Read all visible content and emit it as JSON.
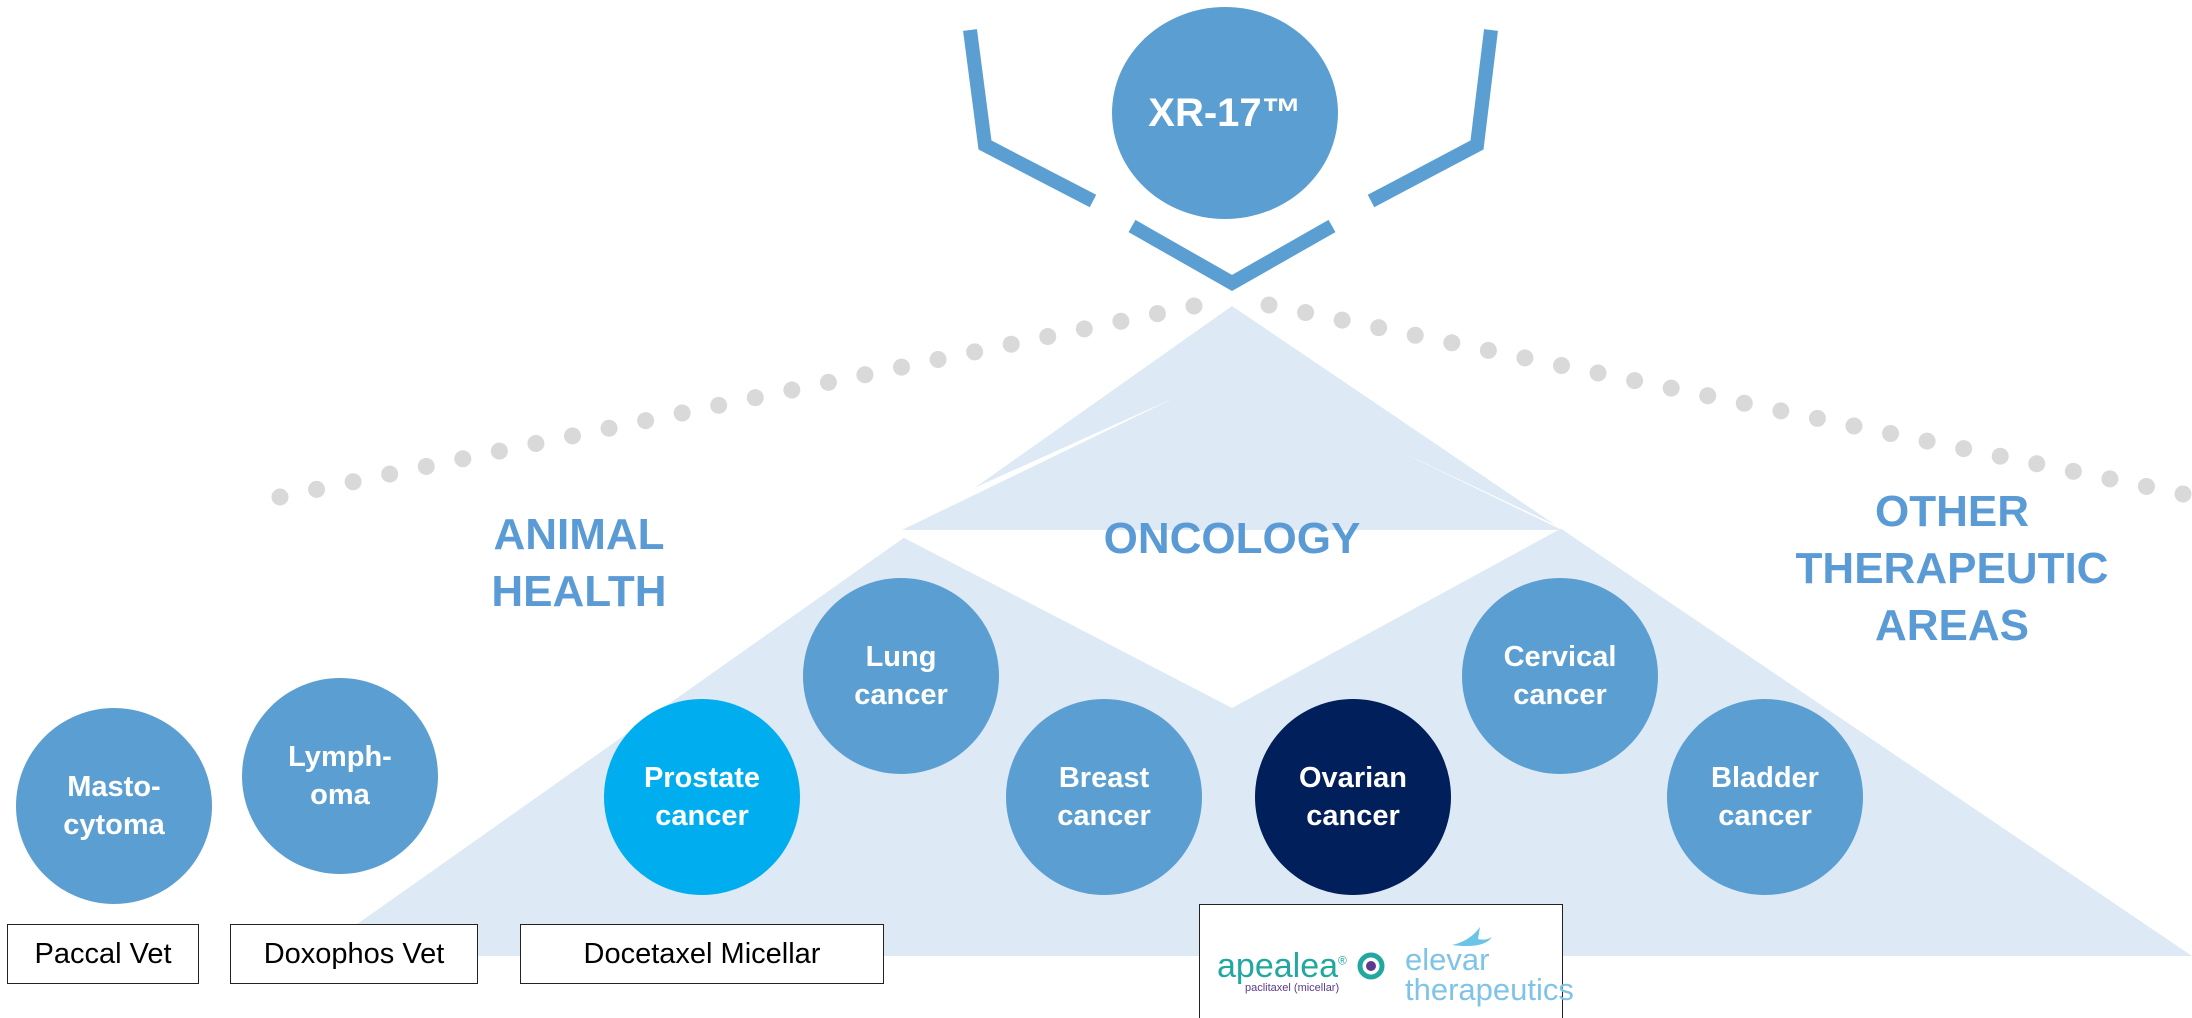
{
  "hero": {
    "label": "XR-17™",
    "color": "#5b9fd2"
  },
  "areas": {
    "animal": "ANIMAL\nHEALTH",
    "oncology": "ONCOLOGY",
    "other": "OTHER\nTHERAPEUTIC\nAREAS"
  },
  "indications": [
    {
      "label": "Masto-\ncytoma",
      "color": "#5b9fd2"
    },
    {
      "label": "Lymph-\noma",
      "color": "#5b9fd2"
    },
    {
      "label": "Prostate\ncancer",
      "color": "#00aeef"
    },
    {
      "label": "Lung\ncancer",
      "color": "#5b9fd2"
    },
    {
      "label": "Breast\ncancer",
      "color": "#5b9fd2"
    },
    {
      "label": "Ovarian\ncancer",
      "color": "#001f5b"
    },
    {
      "label": "Cervical\ncancer",
      "color": "#5b9fd2"
    },
    {
      "label": "Bladder\ncancer",
      "color": "#5b9fd2"
    }
  ],
  "products": [
    "Paccal Vet",
    "Doxophos Vet",
    "Docetaxel Micellar"
  ],
  "logos": {
    "apealea": "apealea",
    "apealea_mark": "®",
    "apealea_sub": "paclitaxel (micellar)",
    "elevar_line1": "elevar",
    "elevar_line2": "therapeutics"
  },
  "colors": {
    "accent": "#5b9fd2",
    "triangle": "#dde9f4",
    "dots": "#d9d9d9",
    "label": "#5b9bd5"
  }
}
